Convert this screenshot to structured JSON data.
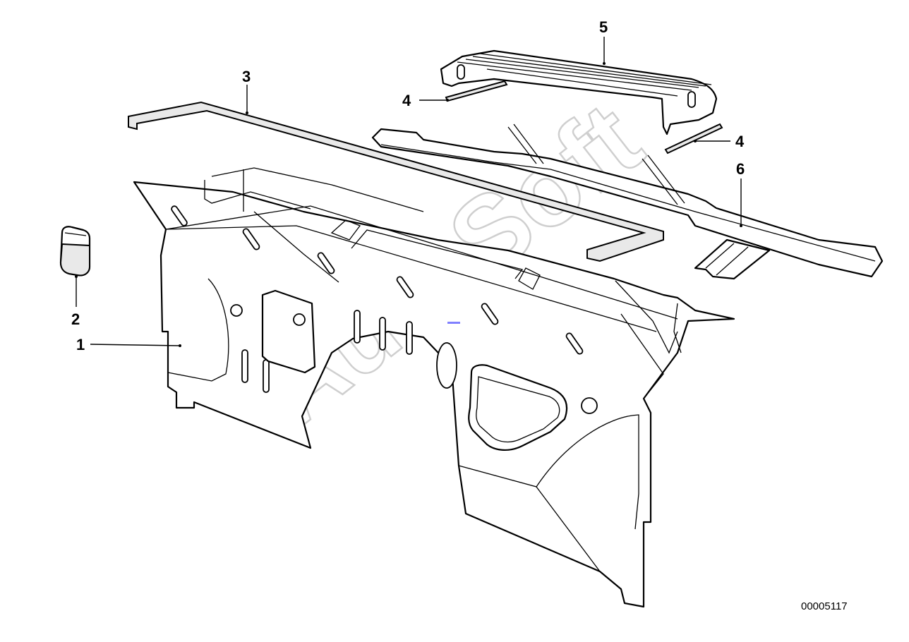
{
  "diagram": {
    "reference_number": "00005117",
    "watermark": "AutoSoft",
    "callouts": [
      {
        "id": "c1",
        "label": "1"
      },
      {
        "id": "c2",
        "label": "2"
      },
      {
        "id": "c3",
        "label": "3"
      },
      {
        "id": "c4a",
        "label": "4"
      },
      {
        "id": "c4b",
        "label": "4"
      },
      {
        "id": "c5",
        "label": "5"
      },
      {
        "id": "c6",
        "label": "6"
      }
    ],
    "colors": {
      "line": "#000000",
      "background": "#ffffff",
      "watermark": "#cfcfcf",
      "marker": "#8080ff"
    }
  }
}
